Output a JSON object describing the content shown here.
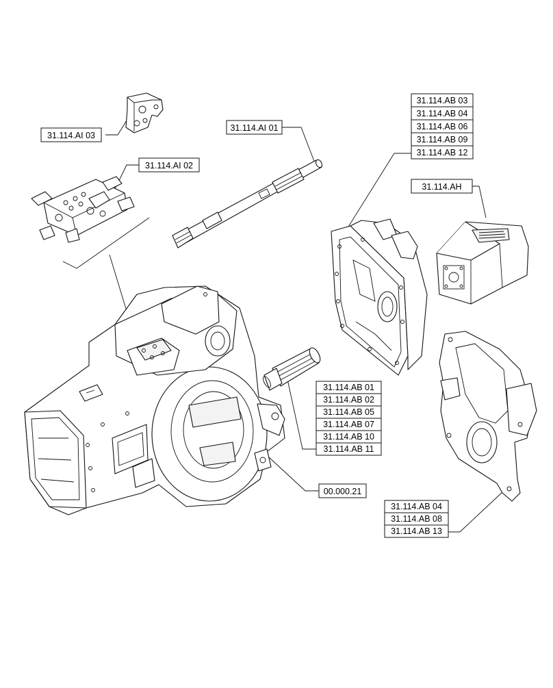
{
  "callouts": {
    "pto_bracket": "31.114.AI 03",
    "pto_valve": "31.114.AI 02",
    "pto_shaft": "31.114.AI 01",
    "pto_housing": [
      "31.114.AB 03",
      "31.114.AB 04",
      "31.114.AB 06",
      "31.114.AB 09",
      "31.114.AB 12"
    ],
    "pto_cover": "31.114.AH",
    "pto_input_shaft": [
      "31.114.AB 01",
      "31.114.AB 02",
      "31.114.AB 05",
      "31.114.AB 07",
      "31.114.AB 10",
      "31.114.AB 11"
    ],
    "transmission_housing": "00.000.21",
    "pto_support_plate": [
      "31.114.AB 04",
      "31.114.AB 08",
      "31.114.AB 13"
    ]
  }
}
